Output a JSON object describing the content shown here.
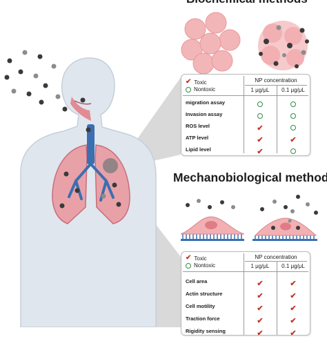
{
  "biochemical": {
    "title": "Biochemical methods",
    "legend": {
      "toxic": "Toxic",
      "nontoxic": "Nontoxic"
    },
    "header": {
      "group": "NP concentration",
      "col1": "1 μg/μL",
      "col2": "0.1 μg/μL"
    },
    "rows": [
      {
        "label": "migration assay",
        "c1": "nontoxic",
        "c2": "nontoxic"
      },
      {
        "label": "Invasion assay",
        "c1": "nontoxic",
        "c2": "nontoxic"
      },
      {
        "label": "ROS level",
        "c1": "toxic",
        "c2": "nontoxic"
      },
      {
        "label": "ATP level",
        "c1": "toxic",
        "c2": "toxic"
      },
      {
        "label": "Lipid level",
        "c1": "toxic",
        "c2": "nontoxic"
      }
    ]
  },
  "mechanobiological": {
    "title": "Mechanobiological methods",
    "legend": {
      "toxic": "Toxic",
      "nontoxic": "Nontoxic"
    },
    "header": {
      "group": "NP concentration",
      "col1": "1 μg/μL",
      "col2": "0.1 μg/μL"
    },
    "rows": [
      {
        "label": "Cell area",
        "c1": "toxic",
        "c2": "toxic"
      },
      {
        "label": "Actin structure",
        "c1": "toxic",
        "c2": "toxic"
      },
      {
        "label": "Cell motility",
        "c1": "toxic",
        "c2": "toxic"
      },
      {
        "label": "Traction force",
        "c1": "toxic",
        "c2": "toxic"
      },
      {
        "label": "Rigidity sensing",
        "c1": "toxic",
        "c2": "toxic"
      }
    ]
  },
  "colors": {
    "toxic": "#c0392b",
    "nontoxic": "#2e8b47",
    "body_skin": "#dfe6ee",
    "lung": "#e9a1a8",
    "trachea": "#3b6fb0",
    "particle_dark": "#3a3a3a",
    "particle_gray": "#8c8c8c",
    "cell_pink": "#f2b6b8"
  },
  "icons": {
    "toxic": "check-icon",
    "nontoxic": "circle-icon"
  }
}
